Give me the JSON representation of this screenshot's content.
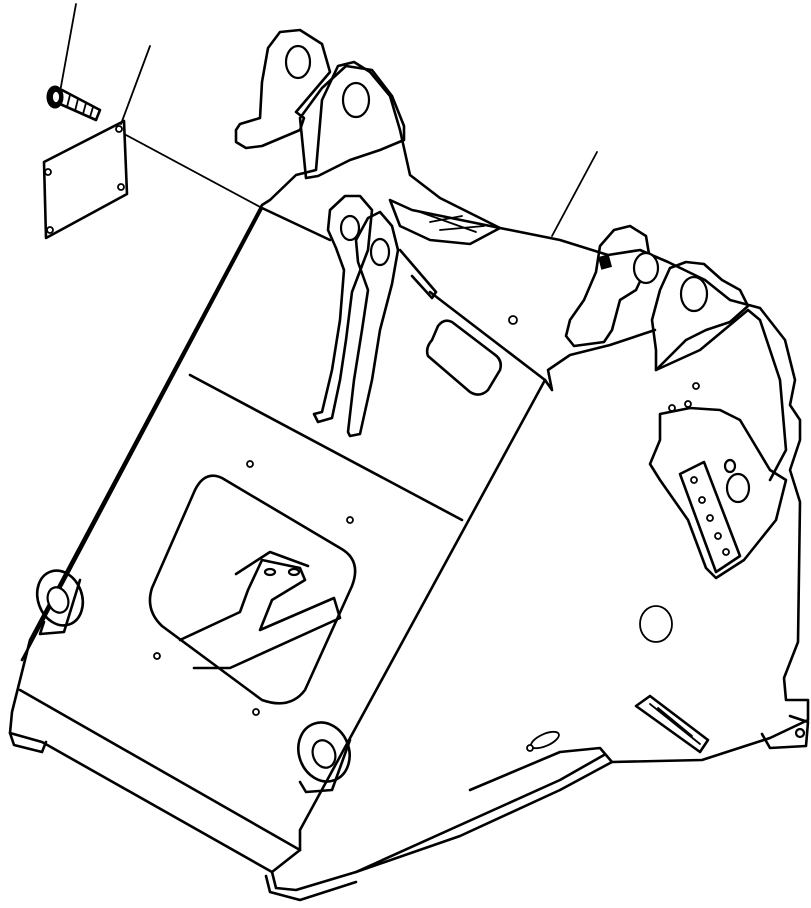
{
  "figure": {
    "kind": "line-art",
    "line_color": "#000000",
    "background_color": "#ffffff",
    "parts": [
      "bolt",
      "nameplate",
      "front-frame",
      "boom-mount-bracket",
      "bellcrank-bracket",
      "cylinder-mount-bracket",
      "access-opening",
      "steering-cylinder-bracket"
    ],
    "leader_line_count": 3
  }
}
